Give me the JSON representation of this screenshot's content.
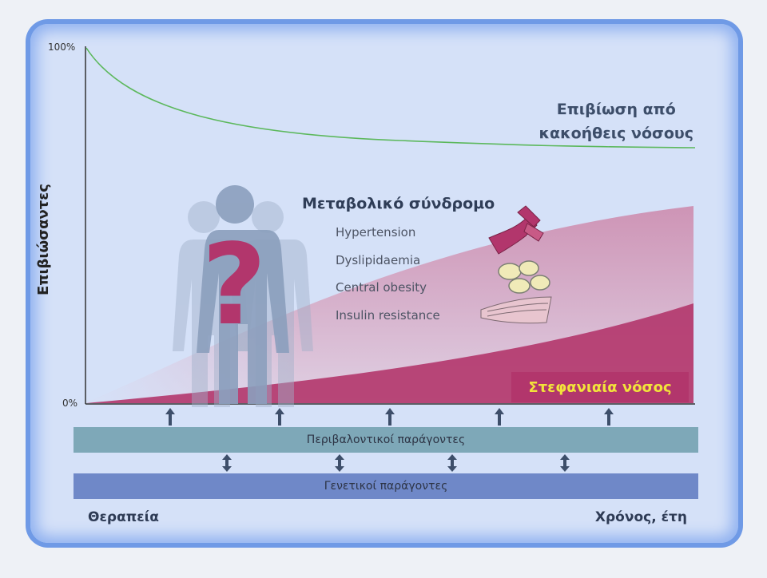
{
  "axis": {
    "y_label": "Επιβιώσαντες",
    "y_tick_top": "100%",
    "y_tick_bottom": "0%",
    "x_start_label": "Θεραπεία",
    "x_end_label": "Χρόνος, έτη"
  },
  "survival_label": [
    "Επιβίωση από",
    "κακοήθεις νόσους"
  ],
  "metabolic": {
    "title": "Μεταβολικό σύνδρομο",
    "components": [
      "Hypertension",
      "Dyslipidaemia",
      "Central obesity",
      "Insulin resistance"
    ]
  },
  "cad_label": "Στεφανιαία νόσος",
  "bands": {
    "environmental": "Περιβαλοντικοί παράγοντες",
    "genetic": "Γενετικοί παράγοντες"
  },
  "colors": {
    "survival_curve": "#5cb85c",
    "cad": "#b2366c",
    "env_band": "#7ea8b8",
    "gen_band": "#6f88c8",
    "question_mark": "#b2366c"
  }
}
